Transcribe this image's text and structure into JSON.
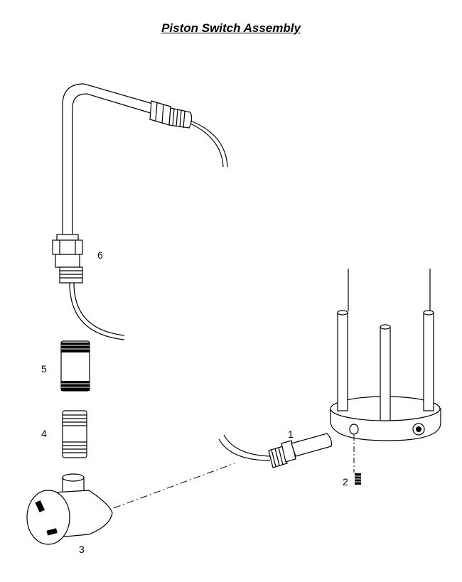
{
  "title": "Piston Switch Assembly",
  "callouts": [
    "1",
    "2",
    "3",
    "4",
    "5",
    "6"
  ]
}
